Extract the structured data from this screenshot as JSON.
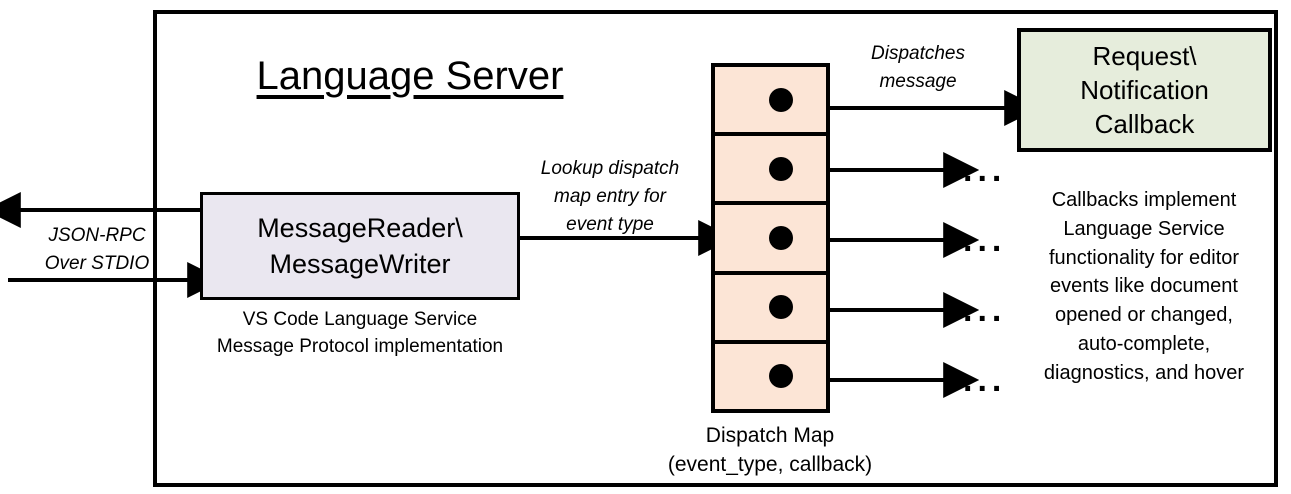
{
  "diagram": {
    "title": "Language Server",
    "outer_border_color": "#000000",
    "background": "#ffffff"
  },
  "message_io": {
    "label": "JSON-RPC\nOver STDIO",
    "label_line1": "JSON-RPC",
    "label_line2": "Over STDIO",
    "outbound_arrow_name": "arrow-out-left",
    "inbound_arrow_name": "arrow-in-right"
  },
  "message_reader": {
    "line1": "MessageReader\\",
    "line2": "MessageWriter",
    "fill": "#EAE7F0",
    "caption_line1": "VS Code Language Service",
    "caption_line2": "Message Protocol implementation"
  },
  "lookup": {
    "line1": "Lookup dispatch",
    "line2": "map entry for",
    "line3": "event type"
  },
  "dispatch_map": {
    "fill": "#FCE5D6",
    "row_count": 5,
    "rows": [
      {
        "dot": "entry-dot",
        "out": "arrow-row-1"
      },
      {
        "dot": "entry-dot",
        "out": "arrow-row-2"
      },
      {
        "dot": "entry-dot",
        "out": "arrow-row-3"
      },
      {
        "dot": "entry-dot",
        "out": "arrow-row-4"
      },
      {
        "dot": "entry-dot",
        "out": "arrow-row-5"
      }
    ],
    "ellipsis": "...",
    "caption_line1": "Dispatch Map",
    "caption_line2": "(event_type, callback)"
  },
  "dispatches": {
    "line1": "Dispatches",
    "line2": "message"
  },
  "callback": {
    "line1": "Request\\",
    "line2": "Notification",
    "line3": "Callback",
    "fill": "#E6EDDC",
    "caption_line1": "Callbacks implement",
    "caption_line2": "Language Service",
    "caption_line3": "functionality for editor",
    "caption_line4": "events like document",
    "caption_line5": "opened or changed,",
    "caption_line6": "auto-complete,",
    "caption_line7": "diagnostics, and hover"
  }
}
